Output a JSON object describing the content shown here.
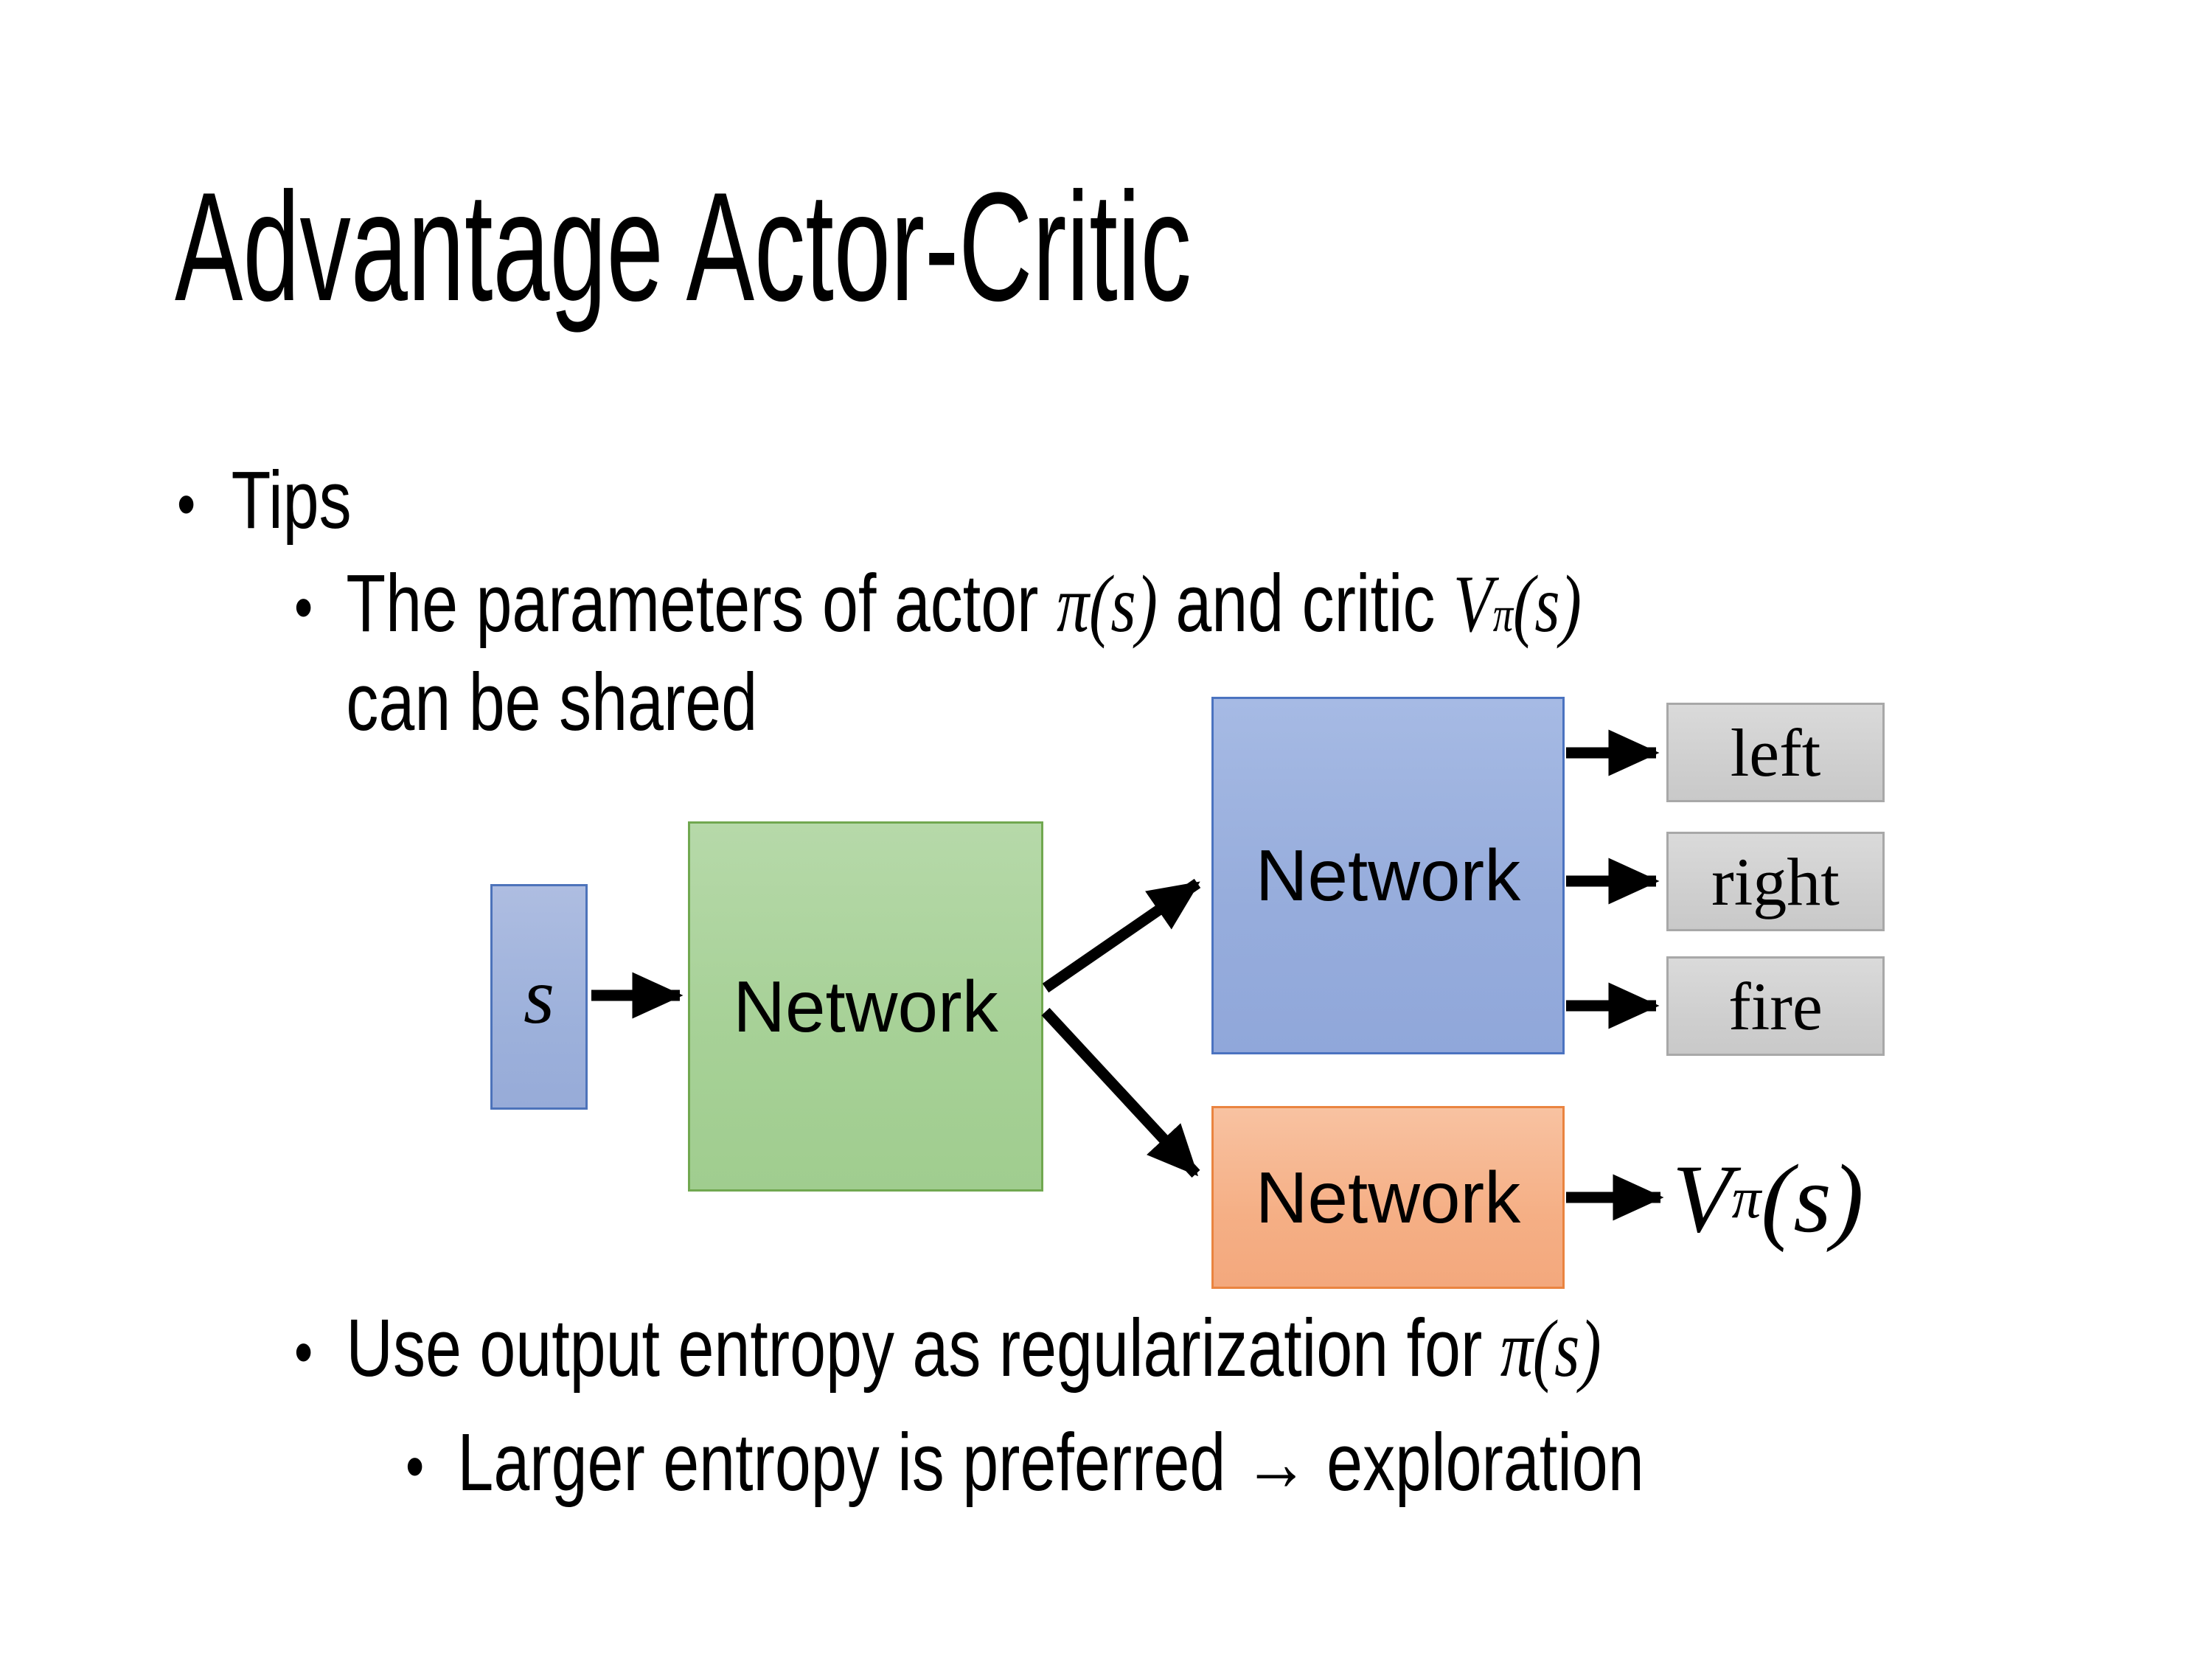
{
  "slide": {
    "title": "Advantage Actor-Critic",
    "bullets": {
      "tips_label": "Tips",
      "tip1": {
        "text_before": "The parameters of actor ",
        "math_actor": "π(s)",
        "text_mid": " and critic ",
        "critic_base": "V",
        "critic_sup": "π",
        "critic_args": "(s)",
        "line2": "can be shared"
      },
      "tip2": {
        "text_before": "Use output entropy as regularization for ",
        "math": "π(s)"
      },
      "tip3": "Larger entropy is preferred → exploration"
    },
    "diagram": {
      "input_label": "s",
      "shared_network_label": "Network",
      "actor_network_label": "Network",
      "critic_network_label": "Network",
      "actions": [
        "left",
        "right",
        "fire"
      ],
      "critic_output": {
        "base": "V",
        "sup": "π",
        "args": "(s)"
      },
      "colors": {
        "input_fill": "#9db1db",
        "input_border": "#4d73ba",
        "shared_fill": "#a7d197",
        "shared_border": "#71a850",
        "actor_fill": "#97addc",
        "actor_border": "#4b73c0",
        "critic_fill": "#f5af85",
        "critic_border": "#ea8440",
        "action_fill": "#cfcfcf",
        "action_border": "#a8a8a8",
        "arrow": "#000000",
        "text": "#000000",
        "background": "#ffffff"
      }
    }
  }
}
